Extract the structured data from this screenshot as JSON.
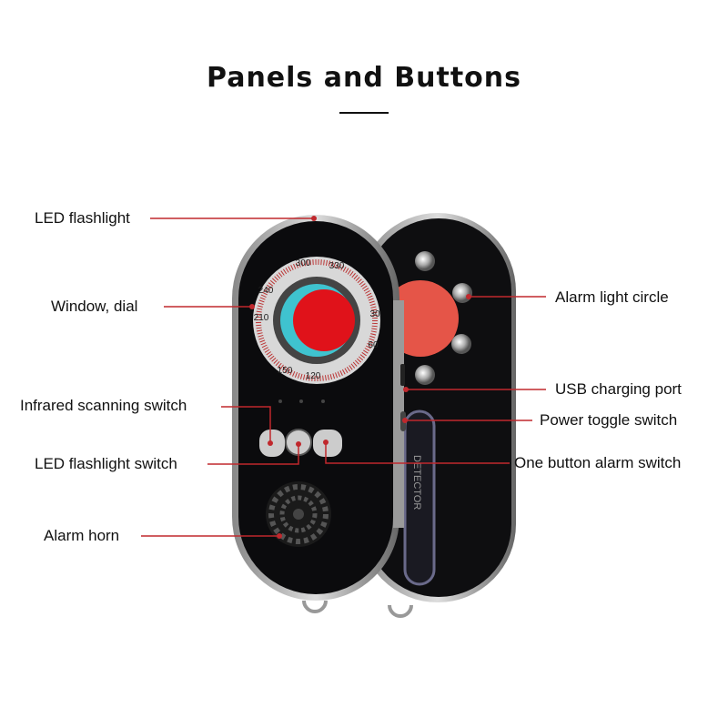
{
  "title": "Panels and Buttons",
  "labels": {
    "led_flashlight": "LED flashlight",
    "window_dial": "Window, dial",
    "infrared_switch": "Infrared scanning switch",
    "led_switch": "LED flashlight switch",
    "alarm_horn": "Alarm horn",
    "alarm_light_circle": "Alarm light circle",
    "usb_port": "USB charging port",
    "power_toggle": "Power toggle switch",
    "one_button_alarm": "One button alarm switch"
  },
  "device": {
    "dial_ticks": [
      "300",
      "330",
      "30",
      "60",
      "120",
      "150",
      "210",
      "240"
    ],
    "side_text": "DETECTOR"
  },
  "colors": {
    "callout": "#c0282d",
    "body": "#0d0d0f",
    "lens_red": "#e0121a",
    "lens_cyan": "#3fc3cf"
  }
}
